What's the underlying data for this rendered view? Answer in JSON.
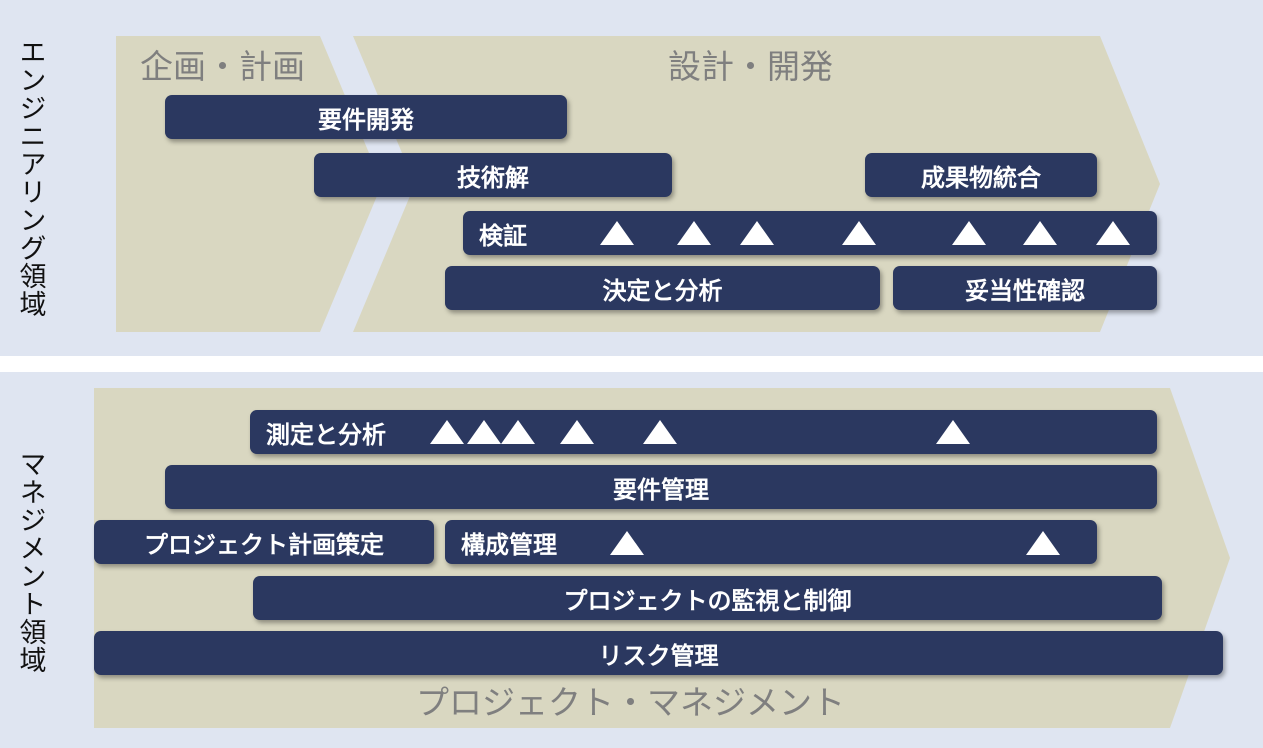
{
  "engineering": {
    "area_label": "エンジニアリング領域",
    "phase_planning": "企画・計画",
    "phase_design": "設計・開発",
    "bars": {
      "requirements_dev": "要件開発",
      "technical_solution": "技術解",
      "product_integration": "成果物統合",
      "verification": "検証",
      "decision_analysis": "決定と分析",
      "validation": "妥当性確認"
    }
  },
  "management": {
    "area_label": "マネジメント領域",
    "phase_pm": "プロジェクト・マネジメント",
    "bars": {
      "measurement_analysis": "測定と分析",
      "requirements_mgmt": "要件管理",
      "project_planning": "プロジェクト計画策定",
      "config_mgmt": "構成管理",
      "monitoring_control": "プロジェクトの監視と制御",
      "risk_mgmt": "リスク管理"
    }
  },
  "colors": {
    "panel_bg": "#dfe5f1",
    "arrow_fill": "#d9d7c1",
    "bar_fill": "#2b3860",
    "marker": "#ffffff"
  },
  "markers": {
    "verification_count": 7,
    "measurement_count": 6,
    "config_count": 2
  }
}
